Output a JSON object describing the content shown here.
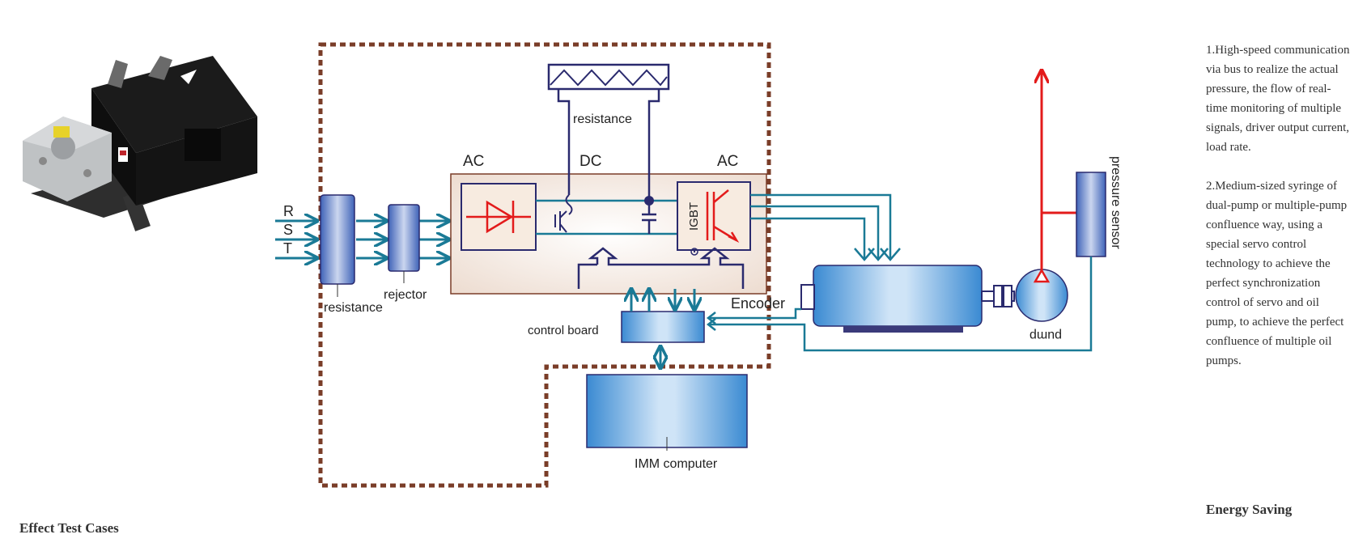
{
  "product_photo": {
    "icon": "servo-motor-pump-icon"
  },
  "diagram": {
    "input_labels": [
      "R",
      "S",
      "T"
    ],
    "resistance_left": "resistance",
    "rejector": "rejector",
    "resistance_top": "resistance",
    "ac_left": "AC",
    "dc": "DC",
    "ac_right": "AC",
    "igbt": "IGBT",
    "encoder": "Encoder",
    "control_board": "control board",
    "imm_computer": "IMM computer",
    "pump": "pump",
    "pressure_sensor": "pressure sensor",
    "colors": {
      "wire": "#1a7a96",
      "dashed_border": "#7a3d28",
      "circuit": "#2a2a6e",
      "power_red": "#e31b1b",
      "box_fill": "#f1e4d9",
      "blue_fill": "#3a8ad2"
    }
  },
  "features": {
    "item1": "1.High-speed communication via bus to realize the actual pressure, the flow of real-time monitoring of multiple signals, driver output current, load rate.",
    "item2": "2.Medium-sized syringe of dual-pump or multiple-pump confluence way, using a special servo control technology to achieve the perfect synchronization control of servo and oil pump, to achieve the perfect confluence of multiple oil pumps."
  },
  "energy_saving": "Energy Saving",
  "effect_test_cases": "Effect Test Cases"
}
